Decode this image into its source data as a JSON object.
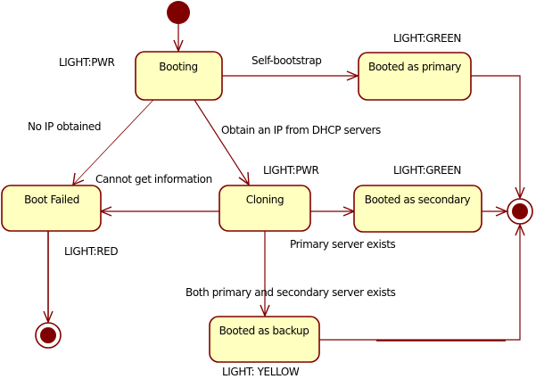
{
  "diagram": {
    "type": "UML state machine",
    "colors": {
      "state_fill": "#ffffc0",
      "line": "#800000",
      "text": "#000000"
    },
    "states": {
      "booting": {
        "name": "Booting",
        "light": "LIGHT:PWR"
      },
      "booted_primary": {
        "name": "Booted as primary",
        "light": "LIGHT:GREEN"
      },
      "boot_failed": {
        "name": "Boot Failed",
        "light": "LIGHT:RED"
      },
      "cloning": {
        "name": "Cloning",
        "light": "LIGHT:PWR"
      },
      "booted_secondary": {
        "name": "Booted as secondary",
        "light": "LIGHT:GREEN"
      },
      "booted_backup": {
        "name": "Booted as backup",
        "light": "LIGHT: YELLOW"
      }
    },
    "transitions": {
      "self_bootstrap": "Self-bootstrap",
      "no_ip": "No IP obtained",
      "obtain_ip": "Obtain an IP from DHCP servers",
      "cannot_get_info": "Cannot get information",
      "primary_exists": "Primary server exists",
      "both_exist": "Both primary and secondary server exists"
    }
  }
}
